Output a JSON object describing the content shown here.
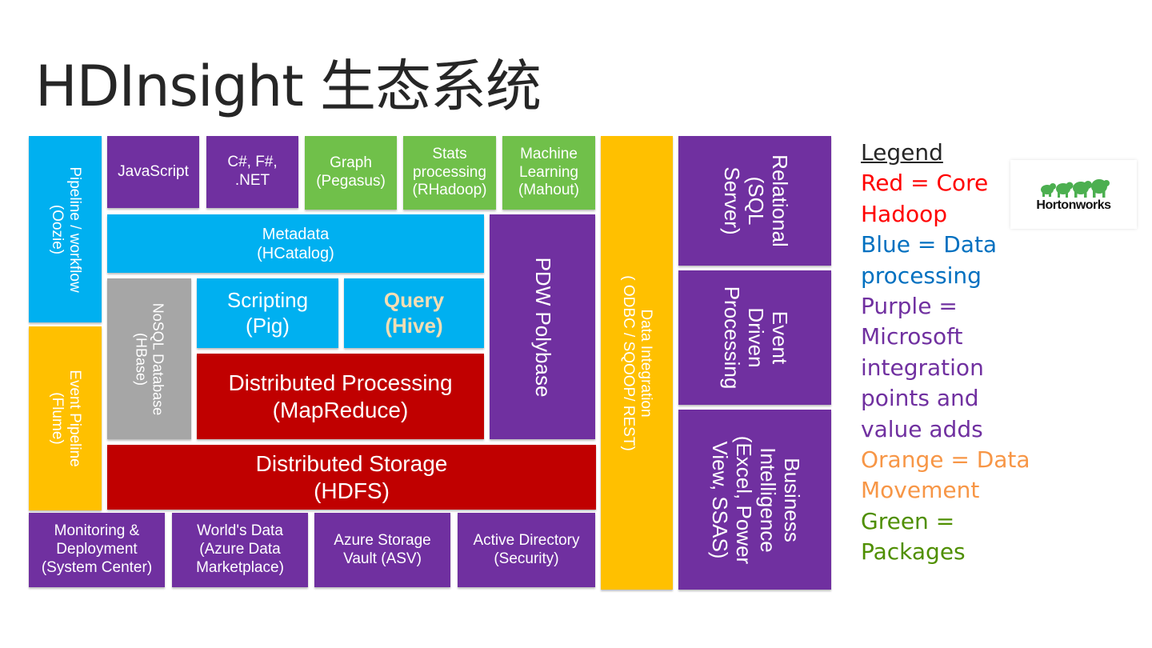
{
  "title": "HDInsight  生态系统",
  "boxes": {
    "pipeline": "Pipeline / workflow\n(Oozie)",
    "event_pipeline": "Event Pipeline\n(Flume)",
    "javascript": "JavaScript",
    "csharp": "C#, F#,\n.NET",
    "graph": "Graph\n(Pegasus)",
    "stats": "Stats\nprocessing\n(RHadoop)",
    "ml": "Machine\nLearning\n(Mahout)",
    "metadata": "Metadata\n(HCatalog)",
    "nosql": "NoSQL Database\n(HBase)",
    "scripting": "Scripting\n(Pig)",
    "query": "Query\n(Hive)",
    "pdw": "PDW Polybase",
    "dist_processing": "Distributed Processing\n(MapReduce)",
    "dist_storage": "Distributed Storage\n(HDFS)",
    "data_integration": "Data Integration\n( ODBC / SQOOP/ REST)",
    "relational": "Relational\n(SQL\nServer)",
    "event_driven": "Event\nDriven\nProcessing",
    "bi": "Business\nIntelligence\n(Excel, Power\nView, SSAS)",
    "monitoring": "Monitoring &\nDeployment\n(System Center)",
    "worlds_data": "World's Data\n(Azure Data\nMarketplace)",
    "azure_storage": "Azure Storage\nVault (ASV)",
    "active_directory": "Active Directory\n(Security)"
  },
  "legend": {
    "heading": "Legend",
    "items": [
      {
        "text": "Red = Core Hadoop",
        "color": "#ff0000"
      },
      {
        "text": "Blue = Data processing",
        "color": "#0070c0"
      },
      {
        "text": "Purple = Microsoft integration points and value adds",
        "color": "#7030a0"
      },
      {
        "text": "Orange = Data Movement",
        "color": "#f79646"
      },
      {
        "text": "Green = Packages",
        "color": "#4f8f00"
      }
    ]
  },
  "logo": {
    "text": "Hortonworks",
    "icon": "elephant-herd-icon",
    "color": "#4caf50"
  },
  "colors": {
    "purple": "#7030a0",
    "blue": "#00b0f0",
    "green": "#70c04a",
    "orange": "#ffc000",
    "gray": "#a6a6a6",
    "red": "#c00000"
  }
}
